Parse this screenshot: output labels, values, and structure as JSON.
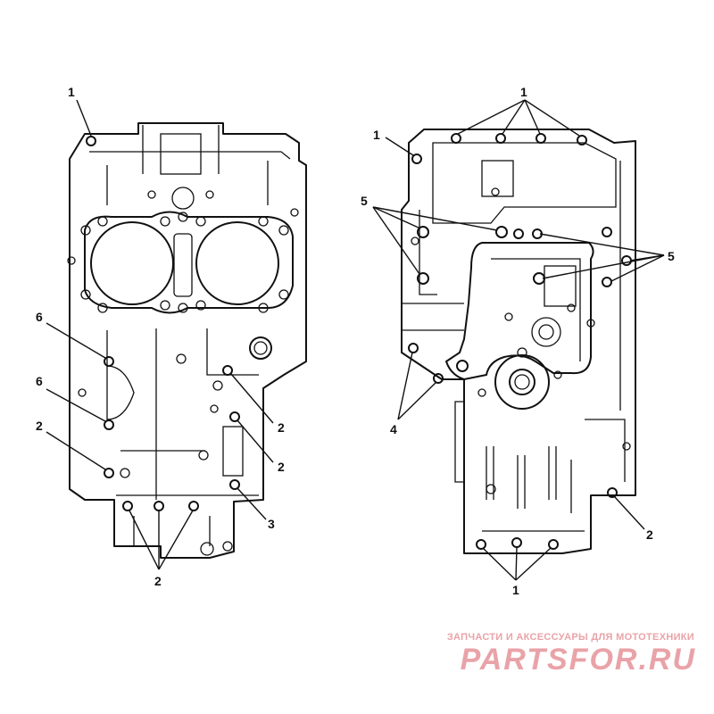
{
  "diagram": {
    "left_view": {
      "callouts": {
        "top_left": "1",
        "side_upper": "6",
        "side_lower": "6",
        "left_lower": "2",
        "right_upper": "2",
        "right_middle": "2",
        "right_lower": "3",
        "bottom": "2"
      }
    },
    "right_view": {
      "callouts": {
        "top": "1",
        "top_left": "1",
        "left_group": "5",
        "right_group": "5",
        "lower_left": "4",
        "lower_right": "2",
        "bottom": "1"
      }
    }
  },
  "watermark": {
    "caption": "ЗАПЧАСТИ И АКСЕССУАРЫ ДЛЯ МОТОТЕХНИКИ",
    "logo_text": "PARTSFOR.RU",
    "color": "#e9a3a8"
  }
}
